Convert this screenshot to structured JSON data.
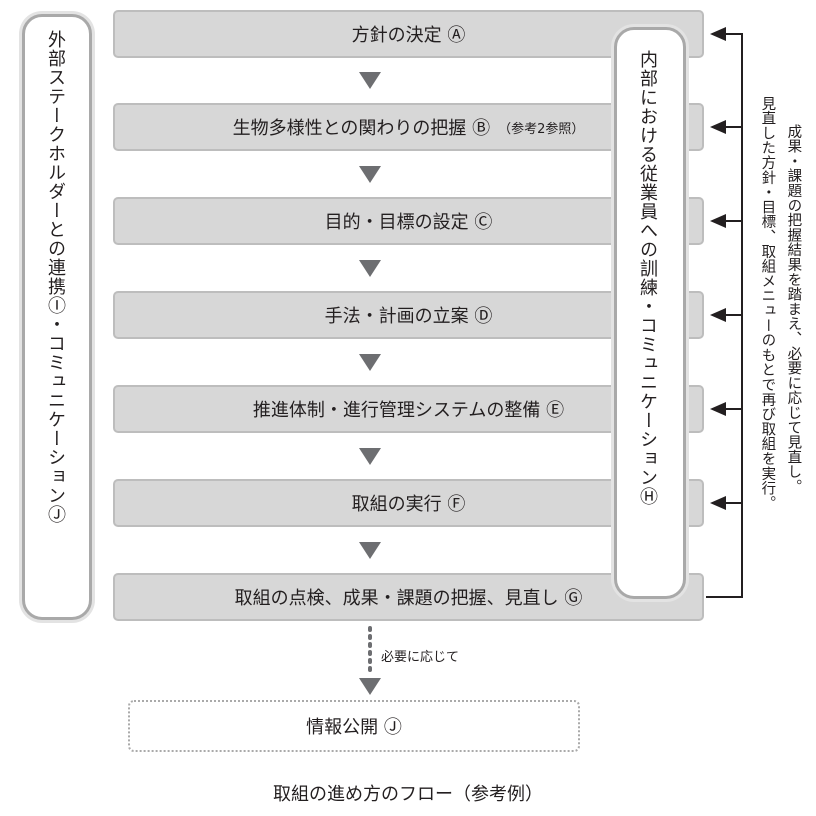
{
  "steps": [
    {
      "label": "方針の決定 Ⓐ",
      "sub": ""
    },
    {
      "label": "生物多様性との関わりの把握 Ⓑ",
      "sub": "（参考2参照）"
    },
    {
      "label": "目的・目標の設定 Ⓒ",
      "sub": ""
    },
    {
      "label": "手法・計画の立案 Ⓓ",
      "sub": ""
    },
    {
      "label": "推進体制・進行管理システムの整備 Ⓔ",
      "sub": ""
    },
    {
      "label": "取組の実行 Ⓕ",
      "sub": ""
    },
    {
      "label": "取組の点検、成果・課題の把握、見直し Ⓖ",
      "sub": ""
    }
  ],
  "external_box": "外部ステークホルダーとの連携Ⓘ・コミュニケーションⒿ",
  "internal_box": "内部における従業員への訓練・コミュニケーションⒽ",
  "feedback_note_1": "成果・課題の把握結果を踏まえ、必要に応じて見直し。",
  "feedback_note_2": "見直した方針・目標、取組メニューのもとで再び取組を実行。",
  "optional_label": "必要に応じて",
  "disclosure": "情報公開 Ⓙ",
  "caption": "取組の進め方のフロー（参考例）"
}
